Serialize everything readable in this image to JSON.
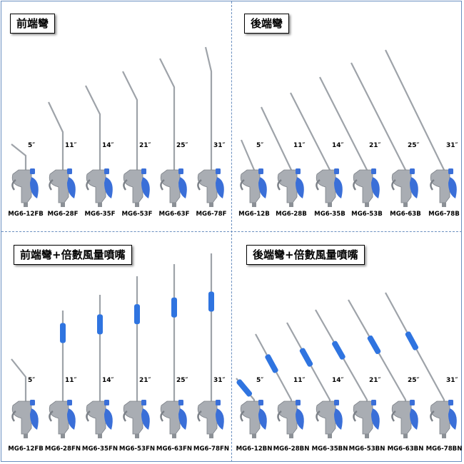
{
  "panels": [
    {
      "title": "前端彎",
      "items": [
        {
          "model": "MG6-12FB",
          "length": "5″"
        },
        {
          "model": "MG6-28F",
          "length": "11″"
        },
        {
          "model": "MG6-35F",
          "length": "14″"
        },
        {
          "model": "MG6-53F",
          "length": "21″"
        },
        {
          "model": "MG6-63F",
          "length": "25″"
        },
        {
          "model": "MG6-78F",
          "length": "31″"
        }
      ]
    },
    {
      "title": "後端彎",
      "items": [
        {
          "model": "MG6-12B",
          "length": "5″"
        },
        {
          "model": "MG6-28B",
          "length": "11″"
        },
        {
          "model": "MG6-35B",
          "length": "14″"
        },
        {
          "model": "MG6-53B",
          "length": "21″"
        },
        {
          "model": "MG6-63B",
          "length": "25″"
        },
        {
          "model": "MG6-78B",
          "length": "31″"
        }
      ]
    },
    {
      "title": "前端彎+倍數風量噴嘴",
      "items": [
        {
          "model": "MG6-12FB",
          "length": "5″"
        },
        {
          "model": "MG6-28FN",
          "length": "11″"
        },
        {
          "model": "MG6-35FN",
          "length": "14″"
        },
        {
          "model": "MG6-53FN",
          "length": "21″"
        },
        {
          "model": "MG6-63FN",
          "length": "25″"
        },
        {
          "model": "MG6-78FN",
          "length": "31″"
        }
      ]
    },
    {
      "title": "後端彎+倍數風量噴嘴",
      "items": [
        {
          "model": "MG6-12BN",
          "length": "5″"
        },
        {
          "model": "MG6-28BN",
          "length": "11″"
        },
        {
          "model": "MG6-35BN",
          "length": "14″"
        },
        {
          "model": "MG6-53BN",
          "length": "21″"
        },
        {
          "model": "MG6-63BN",
          "length": "25″"
        },
        {
          "model": "MG6-78BN",
          "length": "31″"
        }
      ]
    }
  ],
  "colors": {
    "divider": "#6a8fc0",
    "trigger": "#3a6fd8",
    "nozzle": "#2f74e0",
    "metal": "#a9adb3"
  }
}
